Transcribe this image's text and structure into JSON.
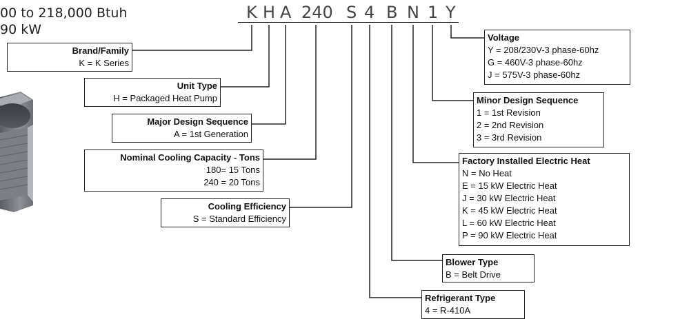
{
  "header": {
    "line1": "00 to 218,000 Btuh",
    "line2": "90 kW"
  },
  "model_code": {
    "segments": [
      "K",
      "H",
      "A",
      "240",
      "S",
      "4",
      "B",
      "N",
      "1",
      "Y"
    ]
  },
  "left_boxes": [
    {
      "title": "Brand/Family",
      "lines": [
        "K = K Series"
      ]
    },
    {
      "title": "Unit Type",
      "lines": [
        "H = Packaged Heat Pump"
      ]
    },
    {
      "title": "Major Design Sequence",
      "lines": [
        "A = 1st Generation"
      ]
    },
    {
      "title": "Nominal Cooling Capacity - Tons",
      "lines": [
        "180= 15 Tons",
        "240 = 20 Tons"
      ]
    },
    {
      "title": "Cooling Efficiency",
      "lines": [
        "S =  Standard Efficiency"
      ]
    }
  ],
  "right_boxes": [
    {
      "title": "Voltage",
      "lines": [
        "Y = 208/230V-3 phase-60hz",
        "G = 460V-3 phase-60hz",
        "J = 575V-3 phase-60hz"
      ]
    },
    {
      "title": "Minor Design Sequence",
      "lines": [
        "1 = 1st Revision",
        "2 = 2nd Revision",
        "3 = 3rd Revision"
      ]
    },
    {
      "title": "Factory Installed Electric Heat",
      "lines": [
        "N = No Heat",
        "E = 15 kW Electric Heat",
        "J = 30 kW Electric Heat",
        "K = 45 kW Electric Heat",
        "L = 60 kW Electric Heat",
        "P = 90 kW Electric Heat"
      ]
    },
    {
      "title": "Blower Type",
      "lines": [
        "B =  Belt Drive"
      ]
    },
    {
      "title": "Refrigerant Type",
      "lines": [
        "4 =  R-410A"
      ]
    }
  ],
  "colors": {
    "line": "#222222",
    "code_text": "#444444"
  }
}
